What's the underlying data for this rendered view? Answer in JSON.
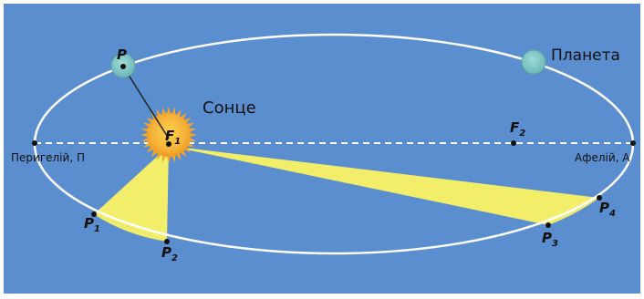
{
  "labels": {
    "sun": "Сонце",
    "planet": "Планета",
    "perihelion": "Перигелій, П",
    "aphelion": "Афелій, А",
    "p": "P",
    "f1_main": "F",
    "f1_sub": "1",
    "f2_main": "F",
    "f2_sub": "2",
    "p1_main": "P",
    "p1_sub": "1",
    "p2_main": "P",
    "p2_sub": "2",
    "p3_main": "P",
    "p3_sub": "3",
    "p4_main": "P",
    "p4_sub": "4"
  },
  "colors": {
    "background": "#5b8ecf",
    "frame": "#ffffff",
    "orbit": "#ffffff",
    "axis": "#ffffff",
    "sector": "#f3ee6a",
    "sun_core": "#f6b23a",
    "sun_rays": "#f6a425",
    "planet": "#7cc5c3",
    "planet_stroke": "#5aa6a4",
    "point": "#111111",
    "radius_line": "#222222"
  }
}
